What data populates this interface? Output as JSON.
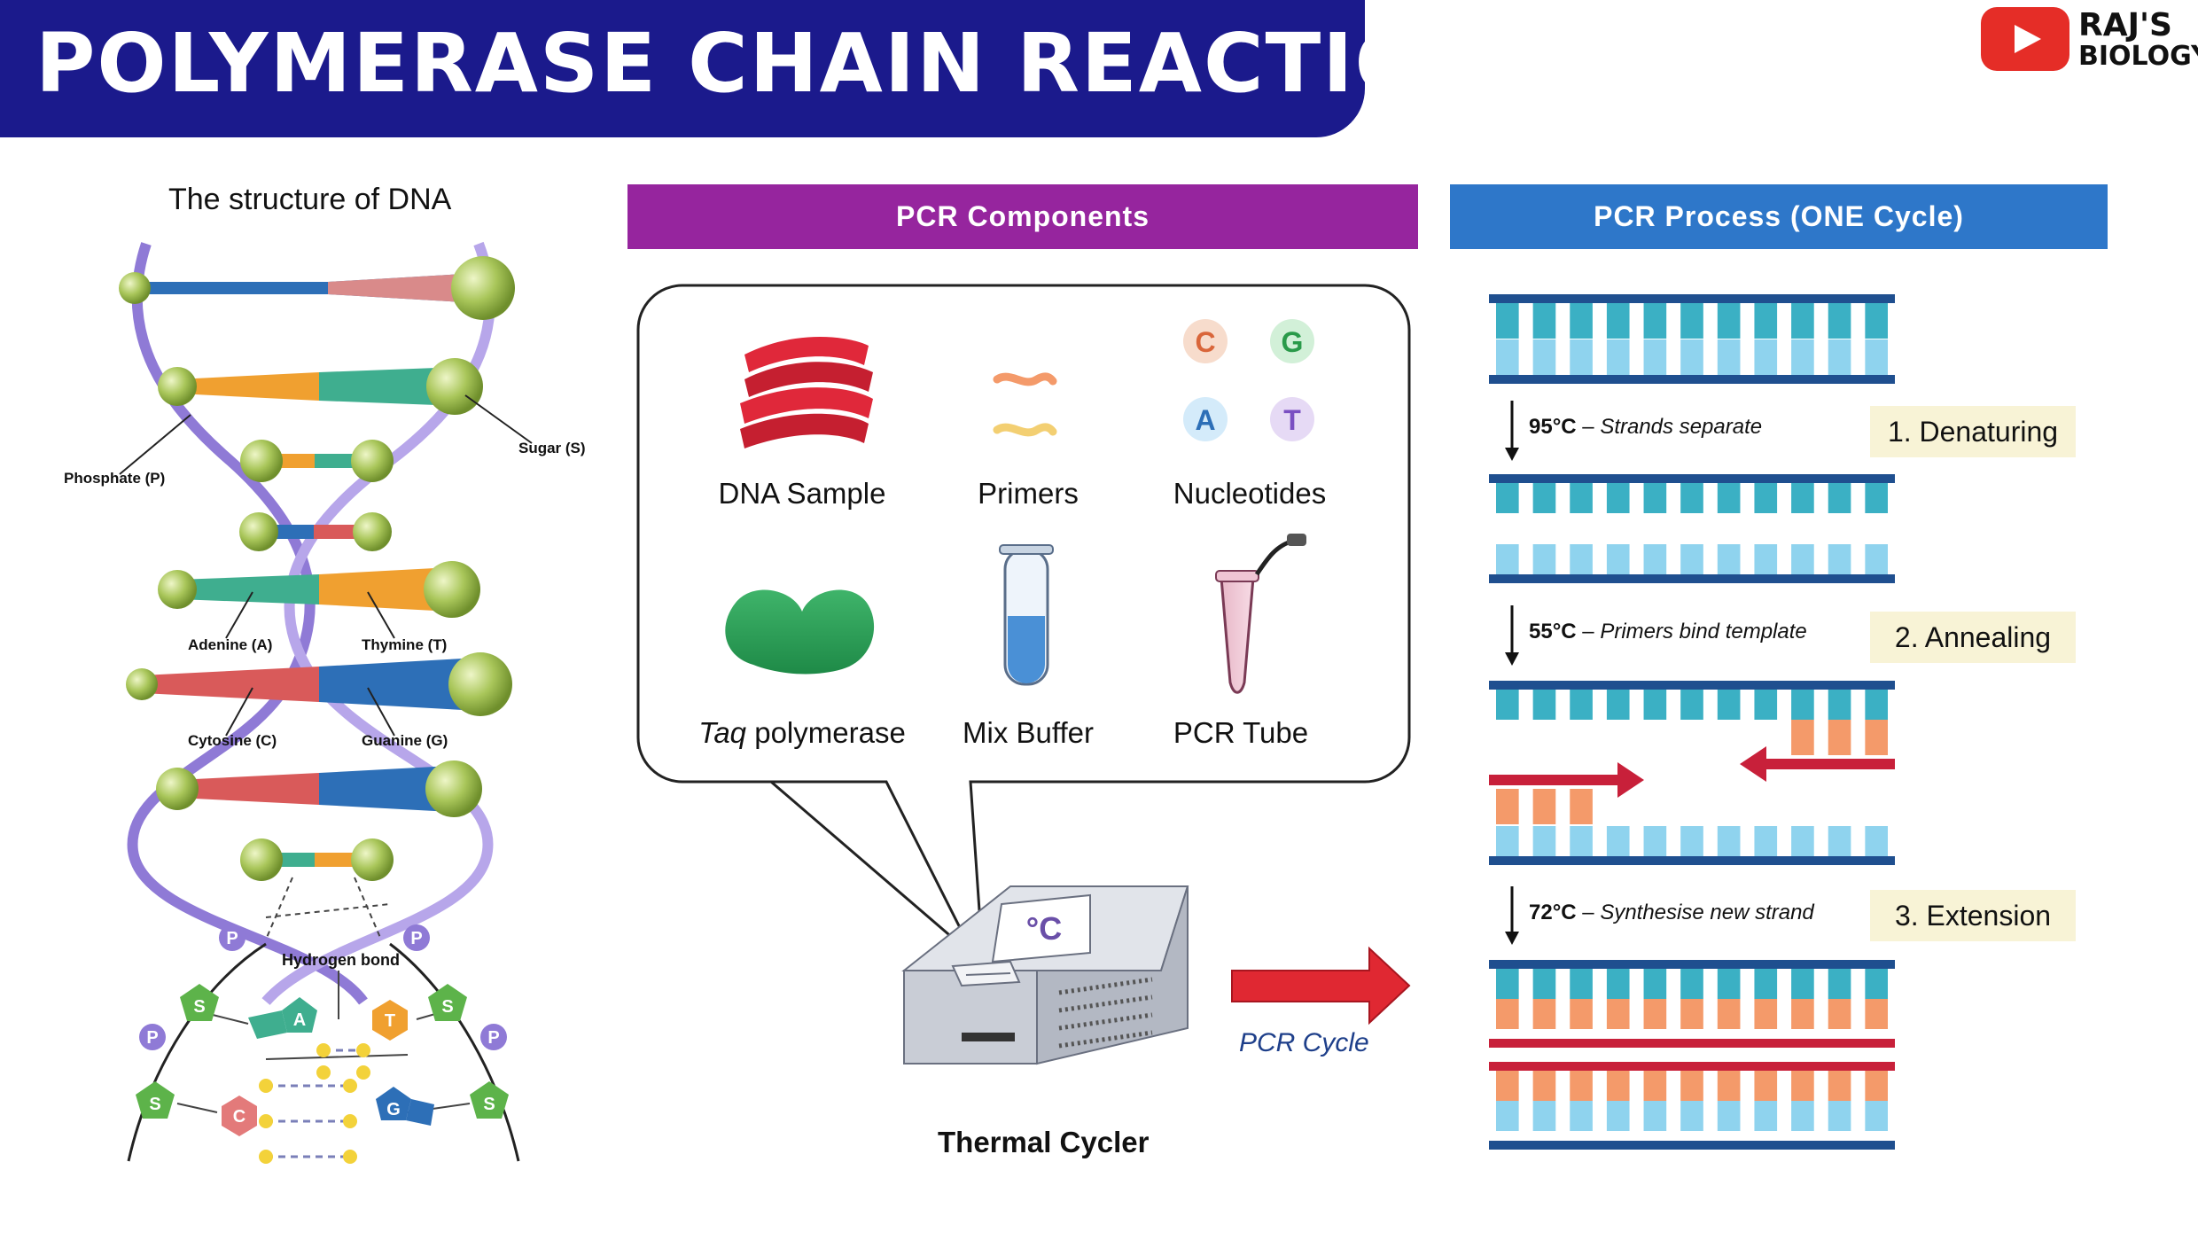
{
  "title": "POLYMERASE CHAIN REACTION",
  "logo": {
    "line1": "RAJ'S",
    "line2": "BIOLOGY"
  },
  "dna": {
    "title": "The structure of DNA",
    "labels": {
      "phosphate": "Phosphate (P)",
      "sugar": "Sugar (S)",
      "adenine": "Adenine (A)",
      "thymine": "Thymine (T)",
      "cytosine": "Cytosine (C)",
      "guanine": "Guanine (G)",
      "hydrogen_bond": "Hydrogen bond"
    },
    "glyphs": {
      "p": "P",
      "s": "S",
      "a": "A",
      "t": "T",
      "c": "C",
      "g": "G"
    }
  },
  "components": {
    "header": "PCR Components",
    "dna_sample": "DNA Sample",
    "primers": "Primers",
    "nucleotides": "Nucleotides",
    "nucleotide_letters": {
      "c": "C",
      "g": "G",
      "a": "A",
      "t": "T"
    },
    "taq_italic": "Taq",
    "taq_rest": " polymerase",
    "mix_buffer": "Mix Buffer",
    "pcr_tube": "PCR Tube",
    "thermal_cycler": "Thermal Cycler",
    "display": "°C",
    "pcr_cycle": "PCR Cycle"
  },
  "process": {
    "header": "PCR Process  (ONE Cycle)",
    "steps": [
      {
        "temp": "95°C",
        "desc": "Strands separate",
        "name": "1. Denaturing"
      },
      {
        "temp": "55°C",
        "desc": "Primers bind template",
        "name": "2. Annealing"
      },
      {
        "temp": "72°C",
        "desc": "Synthesise new strand",
        "name": "3. Extension"
      }
    ]
  },
  "colors": {
    "banner": "#1b1a8c",
    "components_header": "#96259e",
    "process_header": "#2e77c9",
    "backbone": "#1f4f8f",
    "teal_base": "#3bb0c4",
    "light_base": "#8fd3ee",
    "orange_base": "#f49a6a",
    "primer_red": "#c8203a",
    "arrow_red": "#e02832"
  }
}
